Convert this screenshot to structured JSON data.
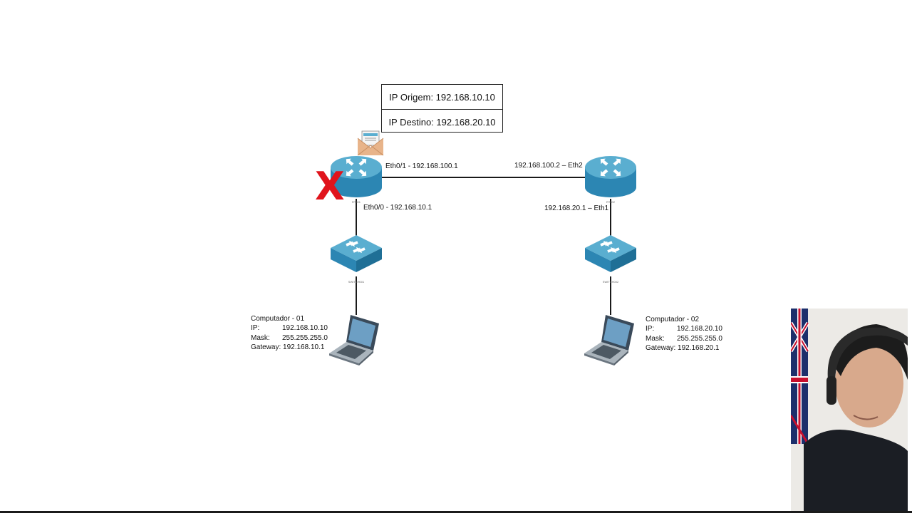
{
  "packet": {
    "source": "IP Origem: 192.168.10.10",
    "destination": "IP Destino: 192.168.20.10"
  },
  "routers": {
    "r1": {
      "name": "RT001",
      "if_wan": "Eth0/1  - 192.168.100.1",
      "if_lan": "Eth0/0  - 192.168.10.1"
    },
    "r2": {
      "name": "RT002",
      "if_wan": "192.168.100.2 – Eth2",
      "if_lan": "192.168.20.1 – Eth1"
    }
  },
  "switches": {
    "s1": {
      "name": "SWITCH001"
    },
    "s2": {
      "name": "SWITCH002"
    }
  },
  "computers": {
    "pc1": {
      "title": "Computador - 01",
      "ip_key": "IP:",
      "ip": "192.168.10.10",
      "mask_key": "Mask:",
      "mask": "255.255.255.0",
      "gw_key": "Gateway:",
      "gw": "192.168.10.1"
    },
    "pc2": {
      "title": "Computador - 02",
      "ip_key": "IP:",
      "ip": "192.168.20.10",
      "mask_key": "Mask:",
      "mask": "255.255.255.0",
      "gw_key": "Gateway:",
      "gw": "192.168.20.1"
    }
  },
  "status": {
    "blocked_mark": "X"
  },
  "colors": {
    "device_top": "#5aaed0",
    "device_side": "#2c86b3",
    "link": "#1a1a1a",
    "blocked": "#e0141c",
    "envelope": "#e8b48a"
  }
}
